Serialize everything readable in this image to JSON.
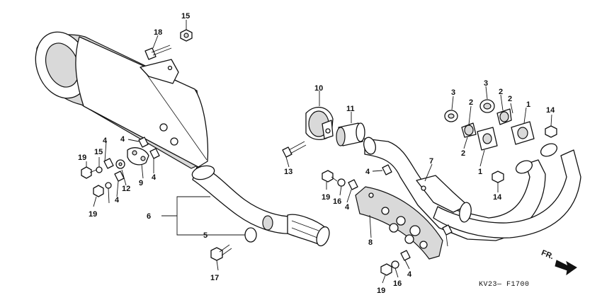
{
  "diagram": {
    "drawing_code": "KV23— F1700",
    "front_marker": "FR.",
    "callouts": [
      "1",
      "1",
      "2",
      "2",
      "2",
      "2",
      "3",
      "3",
      "4",
      "4",
      "4",
      "4",
      "4",
      "4",
      "4",
      "5",
      "6",
      "7",
      "8",
      "9",
      "10",
      "11",
      "12",
      "13",
      "14",
      "14",
      "15",
      "15",
      "16",
      "16",
      "17",
      "18",
      "19",
      "19",
      "19",
      "19"
    ]
  }
}
